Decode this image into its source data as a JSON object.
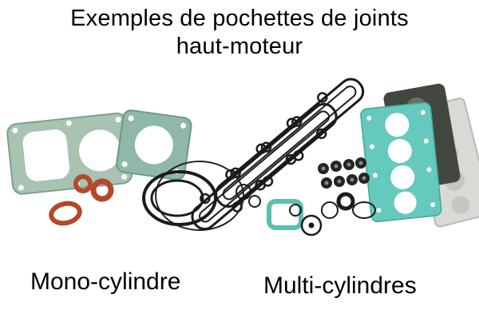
{
  "title": {
    "line1": "Exemples de pochettes de joints",
    "line2": "haut-moteur"
  },
  "captions": {
    "mono": "Mono-cylindre",
    "multi": "Multi-cylindres"
  },
  "photo_colors": {
    "sage_green": "#a9c3b2",
    "dark_green": "#8fb8a8",
    "teal": "#66c9bd",
    "orange_oring": "#b5482a",
    "gasket_outline_black": "#1b1b1b",
    "metal_gray": "#d9dad6"
  }
}
